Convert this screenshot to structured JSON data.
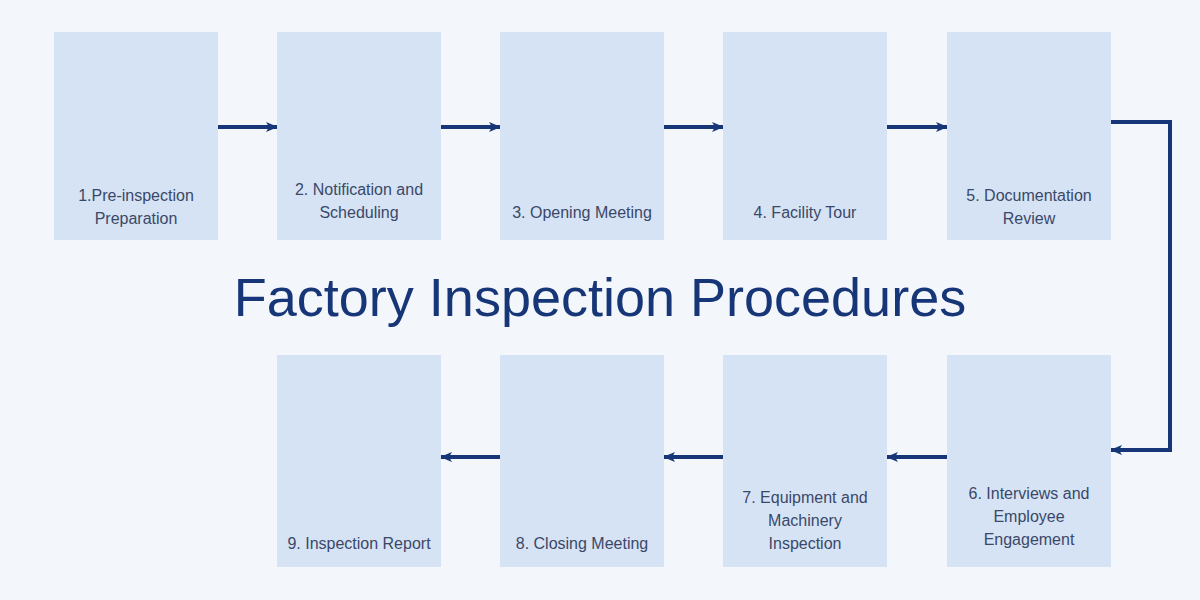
{
  "diagram": {
    "title": "Factory Inspection Procedures",
    "nodes": [
      {
        "text": [
          "1.Pre-inspection Preparation"
        ]
      },
      {
        "text": [
          "2. Notification and Scheduling"
        ]
      },
      {
        "text": [
          "3. Opening Meeting"
        ]
      },
      {
        "text": [
          "4. Facility Tour"
        ]
      },
      {
        "text": [
          "5. Documentation Review"
        ]
      },
      {
        "text": [
          "6. Interviews and Employee Engagement"
        ]
      },
      {
        "text": [
          "7. Equipment and Machinery Inspection"
        ]
      },
      {
        "text": [
          "8. Closing Meeting"
        ]
      },
      {
        "text": [
          "9. Inspection Report"
        ]
      }
    ],
    "edges": [
      {
        "from": 0,
        "to": 1,
        "arrow": "to"
      },
      {
        "from": 1,
        "to": 2,
        "arrow": "to"
      },
      {
        "from": 2,
        "to": 3,
        "arrow": "to"
      },
      {
        "from": 3,
        "to": 4,
        "arrow": "to"
      },
      {
        "from": 4,
        "to": 5,
        "arrow": "to"
      },
      {
        "from": 5,
        "to": 6,
        "arrow": "to"
      },
      {
        "from": 6,
        "to": 7,
        "arrow": "to"
      },
      {
        "from": 7,
        "to": 8,
        "arrow": "to"
      }
    ]
  }
}
